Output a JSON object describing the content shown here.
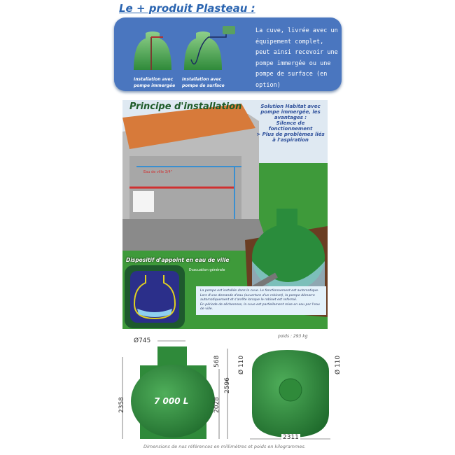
{
  "plus_section": {
    "title": "Le + produit Plasteau :",
    "description": "La cuve, livrée avec un équipement complet, peut ainsi recevoir une pompe immergée ou une pompe de surface (en option)",
    "caption_immergee": "Installation avec pompe immergée",
    "caption_surface": "Installation avec pompe de surface"
  },
  "principe": {
    "title": "Principe d'installation",
    "advantages_title": "Solution Habitat avec pompe immergée, les avantages :",
    "advantages": [
      "Silence de fonctionnement",
      "> Plus de problèmes liés à l'aspiration"
    ],
    "eau_de_ville": "Eau de ville 3/4\"",
    "evacuation": "Evacuation générale",
    "inset_title": "Dispositif d'appoint en eau de ville",
    "info_lines": [
      "La pompe est installée dans la cuve. Le fonctionnement est automatique.",
      "Lors d'une demande d'eau (ouverture d'un robinet), la pompe démarre automatiquement et s'arrête lorsque le robinet est refermé.",
      "En période de sécheresse, la cuve est partiellement mise en eau par l'eau de ville."
    ]
  },
  "dimensions": {
    "poids": "poids : 293 kg",
    "capacity": "7 000 L",
    "d_neck": "Ø745",
    "h_neck": "568",
    "h_total": "2358",
    "h_body": "2028",
    "h_overall": "2596",
    "d_pipe_left": "Ø 110",
    "d_pipe_right": "Ø 110",
    "width": "2311",
    "caption": "Dimensions de nos références en millimètres et poids en kilogrammes."
  },
  "colors": {
    "blue_box": "#4a76bf",
    "tank_green": "#2f8a3a",
    "title_blue": "#2a64b0"
  }
}
